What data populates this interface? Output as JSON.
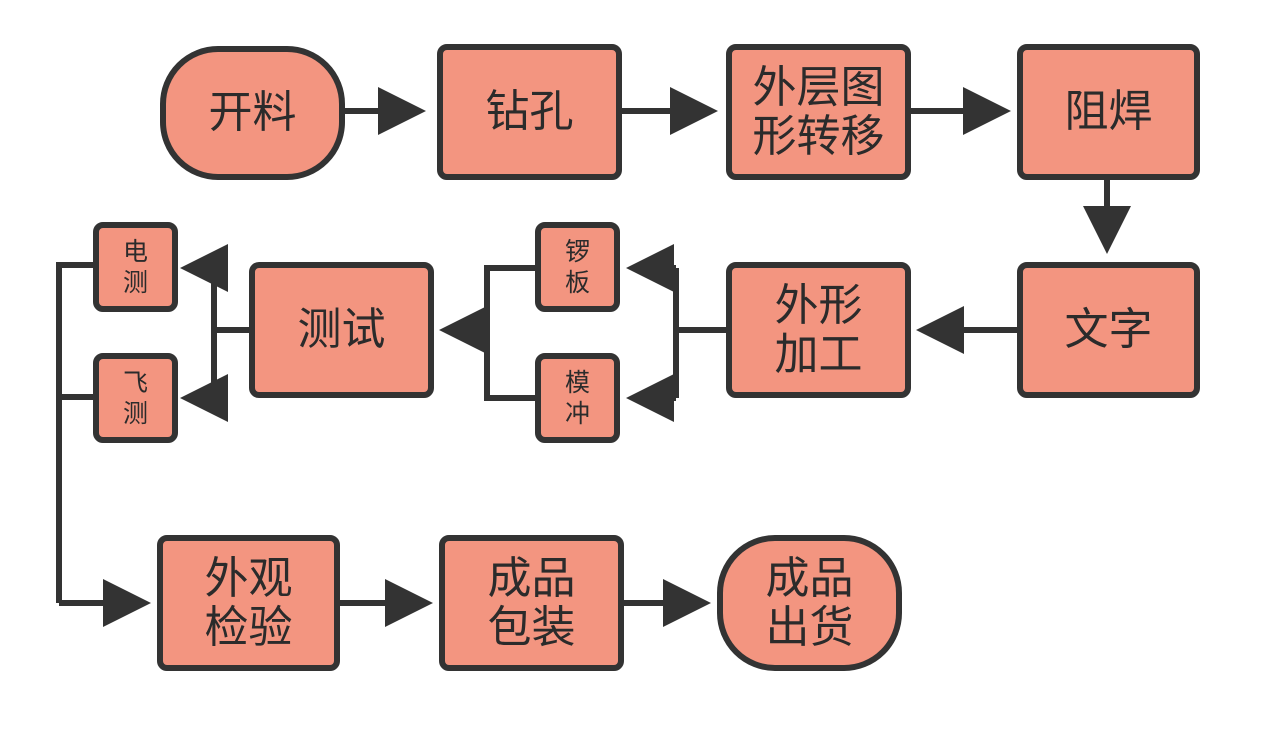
{
  "colors": {
    "fill": "#f39580",
    "stroke": "#333333",
    "text": "#2b2b2b"
  },
  "nodes": {
    "kailiao": "开料",
    "zuankong": "钻孔",
    "waicengtuxing": "外层图\n形转移",
    "zuhan": "阻焊",
    "wenzi": "文字",
    "waixingjiagong": "外形\n加工",
    "luoban": "锣\n板",
    "mochong": "模\n冲",
    "ceshi": "测试",
    "diance": "电\n测",
    "feice": "飞\n测",
    "waiguanjianyan": "外观\n检验",
    "chengpinbaozhuang": "成品\n包装",
    "chengpinchuhuo": "成品\n出货"
  }
}
